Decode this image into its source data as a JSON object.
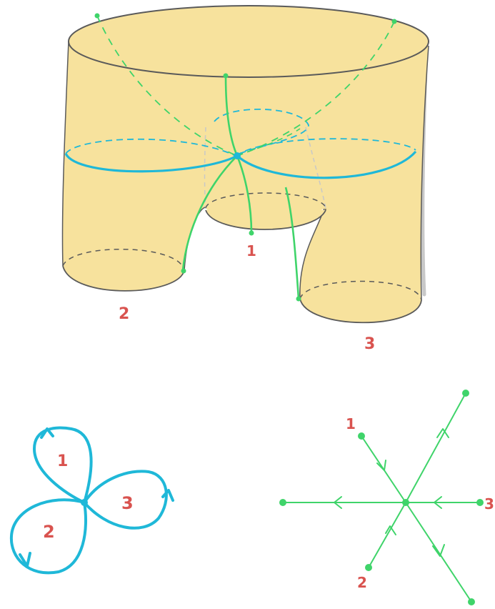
{
  "colors": {
    "surface": "#f7e29d",
    "surface_outline": "#5a5a5a",
    "surface_shadow": "#c8c8c8",
    "cyan": "#1fb8d8",
    "green": "#3fd46a",
    "label": "#d9534f"
  },
  "pants": {
    "labels": {
      "boundary_1": "1",
      "boundary_2": "2",
      "boundary_3": "3"
    }
  },
  "rose": {
    "labels": {
      "petal_1": "1",
      "petal_2": "2",
      "petal_3": "3"
    }
  },
  "star_graph": {
    "labels": {
      "edge_1": "1",
      "edge_2": "2",
      "edge_3": "3"
    }
  }
}
